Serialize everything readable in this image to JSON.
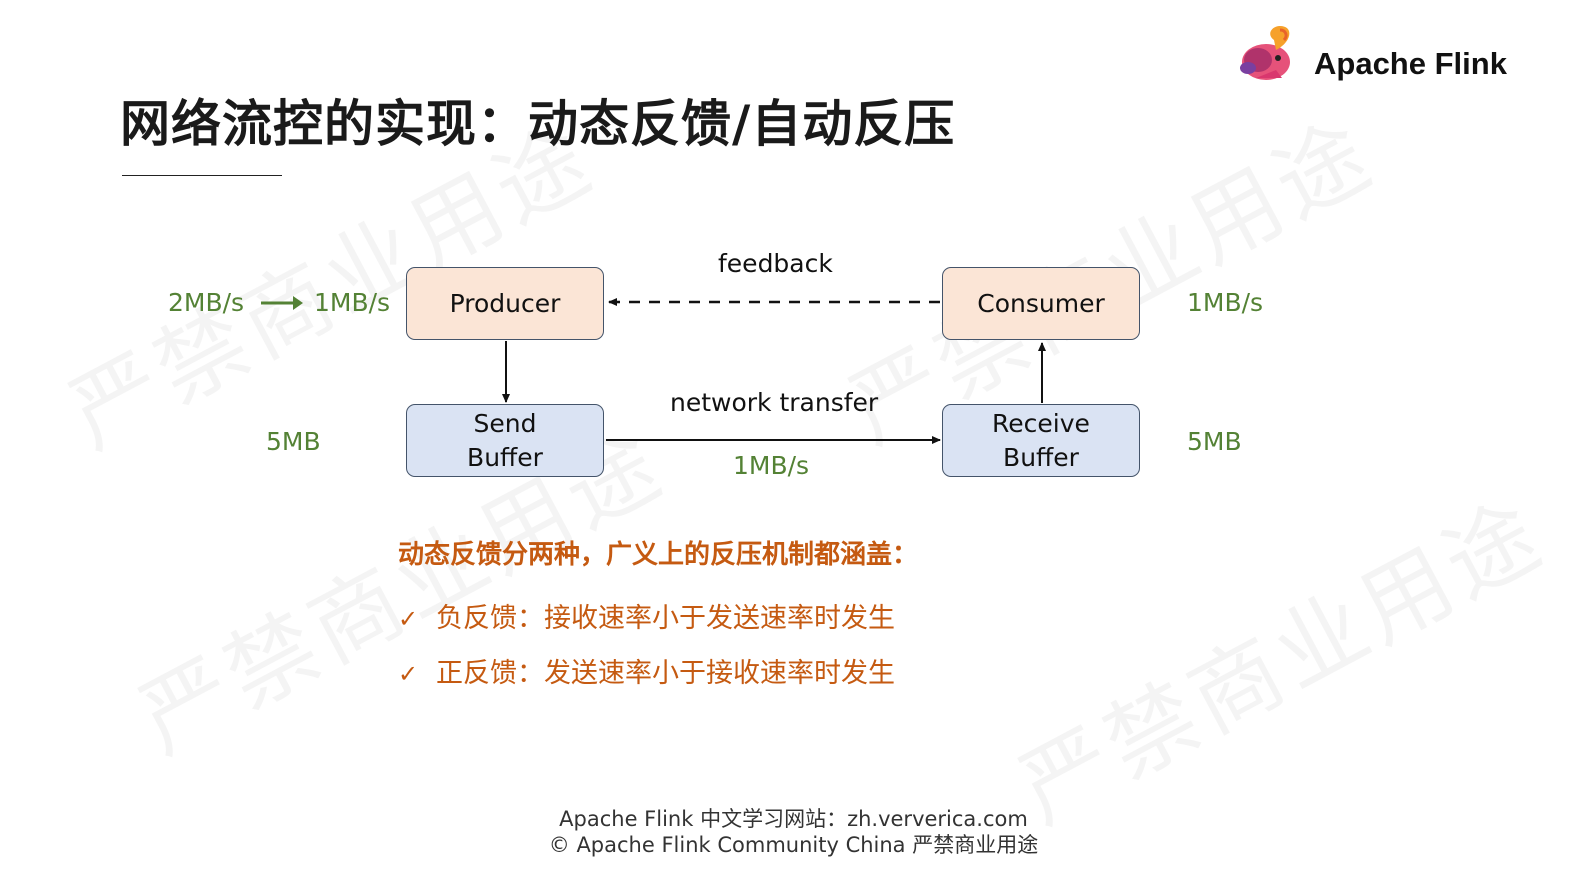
{
  "header": {
    "brand": "Apache Flink",
    "title": "网络流控的实现：动态反馈/自动反压",
    "watermark": "严禁商业用途"
  },
  "diagram": {
    "producer": "Producer",
    "consumer": "Consumer",
    "send_buffer": "Send\nBuffer",
    "receive_buffer": "Receive\nBuffer",
    "feedback_label": "feedback",
    "network_label": "network transfer",
    "producer_in_rate": "2MB/s",
    "producer_out_rate": "1MB/s",
    "consumer_rate": "1MB/s",
    "transfer_rate": "1MB/s",
    "send_buffer_size": "5MB",
    "receive_buffer_size": "5MB",
    "colors": {
      "box_peach": "#fbe5d6",
      "box_blue": "#dae3f3",
      "box_border": "#44546a",
      "rate_green": "#548235"
    }
  },
  "notes": {
    "heading": "动态反馈分两种，广义上的反压机制都涵盖：",
    "items": [
      {
        "icon": "check-icon",
        "text": "负反馈：接收速率小于发送速率时发生"
      },
      {
        "icon": "check-icon",
        "text": "正反馈：发送速率小于接收速率时发生"
      }
    ],
    "color": "#c55a11"
  },
  "footer": {
    "line1": "Apache Flink 中文学习网站：zh.ververica.com",
    "line2": "© Apache Flink Community China  严禁商业用途"
  }
}
